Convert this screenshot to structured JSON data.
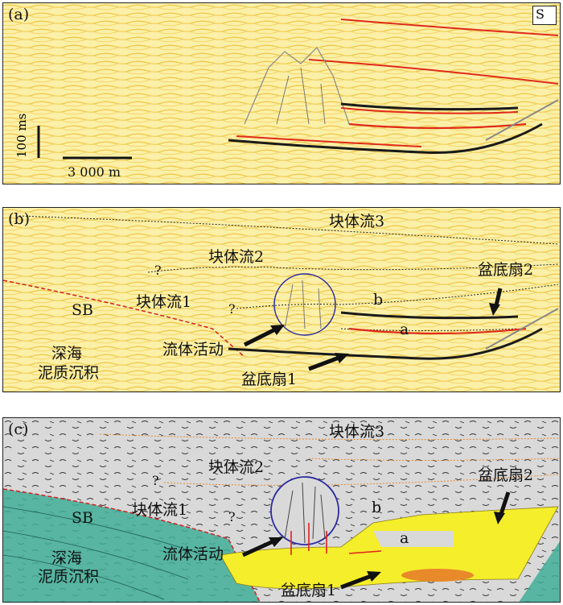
{
  "panels": {
    "a": {
      "label": "(a)",
      "direction": "S",
      "scale_time": "100 ms",
      "scale_distance": "3 000 m"
    },
    "b": {
      "label": "(b)",
      "annotations": {
        "mtd3": "块体流3",
        "mtd2": "块体流2",
        "mtd1": "块体流1",
        "sb": "SB",
        "deep_sea": "深海",
        "mud_deposit": "泥质沉积",
        "fluid": "流体活动",
        "fan1": "盆底扇1",
        "fan2": "盆底扇2",
        "a": "a",
        "b": "b",
        "q1": "?",
        "q2": "?"
      }
    },
    "c": {
      "label": "(c)",
      "annotations": {
        "mtd3": "块体流3",
        "mtd2": "块体流2",
        "mtd1": "块体流1",
        "sb": "SB",
        "deep_sea": "深海",
        "mud_deposit": "泥质沉积",
        "fluid": "流体活动",
        "fan1": "盆底扇1",
        "fan2": "盆底扇2",
        "a": "a",
        "b": "b",
        "q1": "?",
        "q2": "?"
      }
    }
  },
  "colors": {
    "seismic_bg": "#fbf0a8",
    "reflector_red": "#e02a1a",
    "reflector_black": "#1a1a1a",
    "fan_yellow": "#f5ee2a",
    "fan_core_orange": "#e8892a",
    "mud_teal": "#3fae98",
    "mtd_gray": "#d9d9d9",
    "boundary_red": "#d32020",
    "circle_blue": "#2a2aa0"
  }
}
